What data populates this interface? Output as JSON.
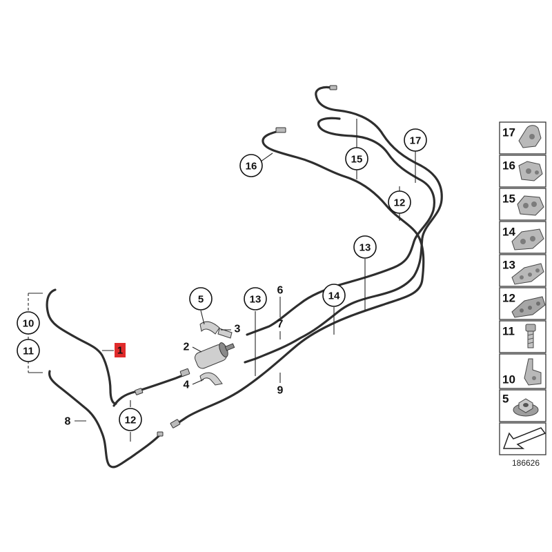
{
  "diagram": {
    "callouts_circled": {
      "c16": "16",
      "c15": "15",
      "c17": "17",
      "c12_top": "12",
      "c13_mid": "13",
      "c14": "14",
      "c13_left": "13",
      "c5": "5",
      "c10": "10",
      "c11": "11",
      "c12_bottom": "12"
    },
    "labels_plain": {
      "l6": "6",
      "l7": "7",
      "l9": "9",
      "l3": "3",
      "l2": "2",
      "l4": "4",
      "l8": "8"
    },
    "highlight_label": "1",
    "highlight_color": "#e02b2b"
  },
  "legend": {
    "items": [
      {
        "num": "17",
        "icon": "clip-17-icon"
      },
      {
        "num": "16",
        "icon": "clip-16-icon"
      },
      {
        "num": "15",
        "icon": "clip-15-icon"
      },
      {
        "num": "14",
        "icon": "clip-14-icon"
      },
      {
        "num": "13",
        "icon": "clip-13-icon"
      },
      {
        "num": "12",
        "icon": "clip-12-icon"
      },
      {
        "num": "11",
        "icon": "screw-icon"
      },
      {
        "num": "10",
        "icon": "bracket-icon"
      },
      {
        "num": "5",
        "icon": "nut-icon"
      },
      {
        "num": "",
        "icon": "arrow-icon"
      }
    ],
    "diagram_number": "186626"
  }
}
